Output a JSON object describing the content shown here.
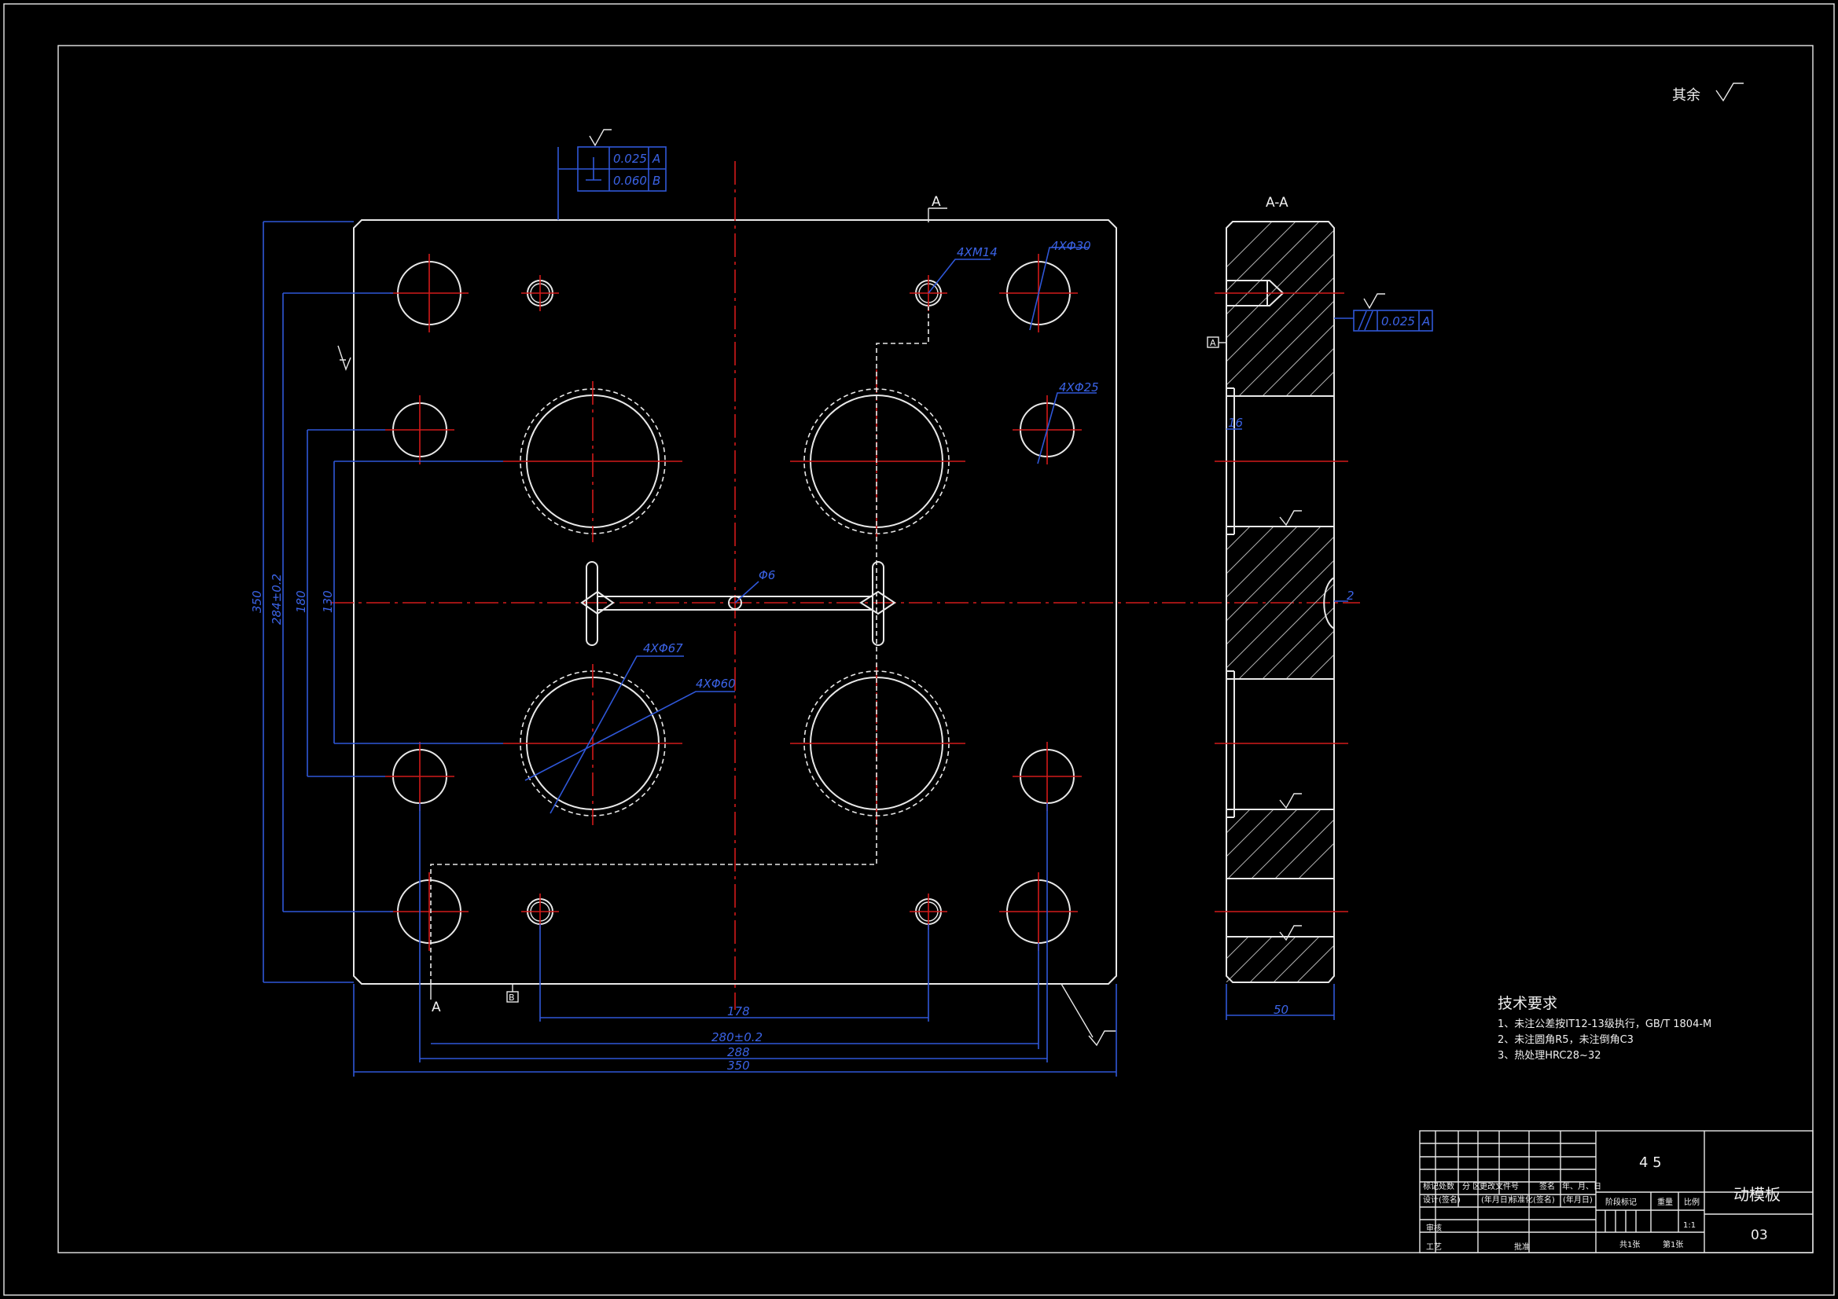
{
  "drawing": {
    "roughness_note": "其余",
    "section_label": "A-A",
    "cut_label_top": "A",
    "cut_label_bottom": "A",
    "datum_a": "A",
    "datum_b": "B",
    "gdt_top": {
      "row1_value": "0.025",
      "row1_datum": "A",
      "row2_value": "0.060",
      "row2_datum": "B"
    },
    "gdt_side": {
      "value": "0.025",
      "datum": "A"
    }
  },
  "dimensions": {
    "d350_v": "350",
    "d284_v": "284±0.2",
    "d180_v": "180",
    "d130_v": "130",
    "d178_h": "178",
    "d280_h": "280±0.2",
    "d288_h": "288",
    "d350_h": "350",
    "side_50": "50",
    "side_2": "2",
    "side_16": "16",
    "m14": "4XM14",
    "phi30": "4XΦ30",
    "phi25": "4XΦ25",
    "phi6": "Φ6",
    "phi67": "4XΦ67",
    "phi60": "4XΦ60"
  },
  "tech_requirements": {
    "title": "技术要求",
    "items": [
      "1、未注公差按IT12-13级执行，GB/T 1804-M",
      "2、未注圆角R5，未注倒角C3",
      "3、热处理HRC28~32"
    ]
  },
  "title_block": {
    "material": "4 5",
    "part_name": "动模板",
    "drawing_no": "03",
    "scale": "1:1",
    "row_labels": [
      "标记",
      "处数",
      "分 区",
      "更改文件号",
      "签名",
      "年、月、日"
    ],
    "row2_labels": [
      "设计",
      "(签名)",
      "(年月日)",
      "标准化",
      "(签名)",
      "(年月日)"
    ],
    "stage_label": "阶段标记",
    "weight_label": "重量",
    "scale_label": "比例",
    "review_label": "审核",
    "process_label": "工艺",
    "approve_label": "批准",
    "sheets_label": "共1张",
    "sheet_label": "第1张"
  },
  "colors": {
    "outline": "#e8e8e8",
    "centerline": "#d21a1a",
    "dimension": "#2f57d8",
    "background": "#000000"
  }
}
